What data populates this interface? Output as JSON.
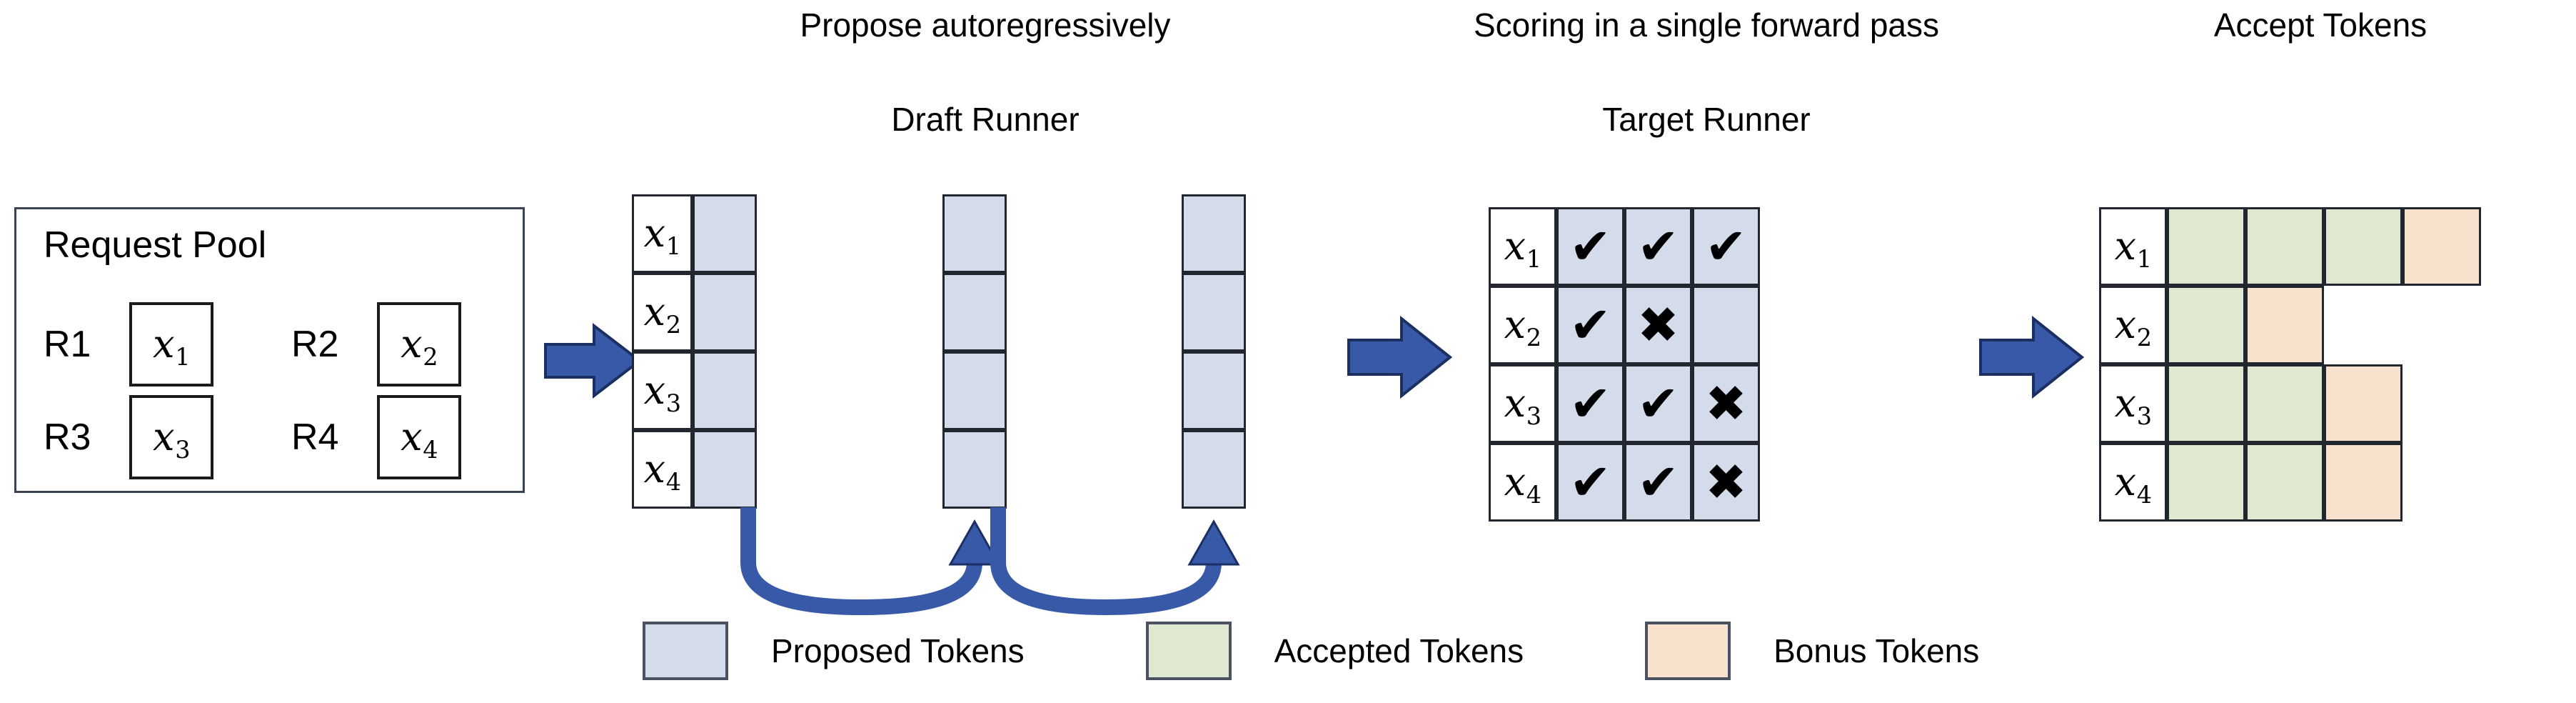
{
  "stages": {
    "propose": {
      "title": "Propose autoregressively",
      "sub": "Draft Runner"
    },
    "scoring": {
      "title": "Scoring in a single forward pass",
      "sub": "Target Runner"
    },
    "accept": {
      "title": "Accept Tokens",
      "sub": ""
    }
  },
  "request_pool": {
    "title": "Request Pool",
    "requests": [
      {
        "id": "R1",
        "token": "x",
        "index": "1"
      },
      {
        "id": "R2",
        "token": "x",
        "index": "2"
      },
      {
        "id": "R3",
        "token": "x",
        "index": "3"
      },
      {
        "id": "R4",
        "token": "x",
        "index": "4"
      }
    ]
  },
  "row_labels": [
    {
      "token": "x",
      "index": "1"
    },
    {
      "token": "x",
      "index": "2"
    },
    {
      "token": "x",
      "index": "3"
    },
    {
      "token": "x",
      "index": "4"
    }
  ],
  "draft_runner": {
    "steps": 3,
    "rows": 4,
    "columns": [
      {
        "step": 1,
        "cells": [
          "proposed",
          "proposed",
          "proposed",
          "proposed"
        ]
      },
      {
        "step": 2,
        "cells": [
          "proposed",
          "proposed",
          "proposed",
          "proposed"
        ]
      },
      {
        "step": 3,
        "cells": [
          "proposed",
          "proposed",
          "proposed",
          "proposed"
        ]
      }
    ],
    "loop_arrows": 2
  },
  "target_runner": {
    "columns": 3,
    "rows": [
      {
        "label_index": "1",
        "marks": [
          "check",
          "check",
          "check"
        ]
      },
      {
        "label_index": "2",
        "marks": [
          "check",
          "cross",
          ""
        ]
      },
      {
        "label_index": "3",
        "marks": [
          "check",
          "check",
          "cross"
        ]
      },
      {
        "label_index": "4",
        "marks": [
          "check",
          "check",
          "cross"
        ]
      }
    ]
  },
  "accept_tokens": {
    "rows": [
      {
        "label_index": "1",
        "cells": [
          "accepted",
          "accepted",
          "accepted",
          "bonus"
        ]
      },
      {
        "label_index": "2",
        "cells": [
          "accepted",
          "bonus"
        ]
      },
      {
        "label_index": "3",
        "cells": [
          "accepted",
          "accepted",
          "bonus"
        ]
      },
      {
        "label_index": "4",
        "cells": [
          "accepted",
          "accepted",
          "bonus"
        ]
      }
    ]
  },
  "legend": [
    {
      "label": "Proposed Tokens",
      "color": "#d4dcec",
      "key": "proposed"
    },
    {
      "label": "Accepted Tokens",
      "color": "#dfe9d2",
      "key": "accepted"
    },
    {
      "label": "Bonus Tokens",
      "color": "#f8e1cd",
      "key": "bonus"
    }
  ],
  "glyphs": {
    "check": "✔",
    "cross": "✖"
  },
  "colors": {
    "proposed": "#d4dcec",
    "accepted": "#dfe9d2",
    "bonus": "#f8e1cd",
    "arrow": "#3759a8",
    "border": "#22262e"
  }
}
